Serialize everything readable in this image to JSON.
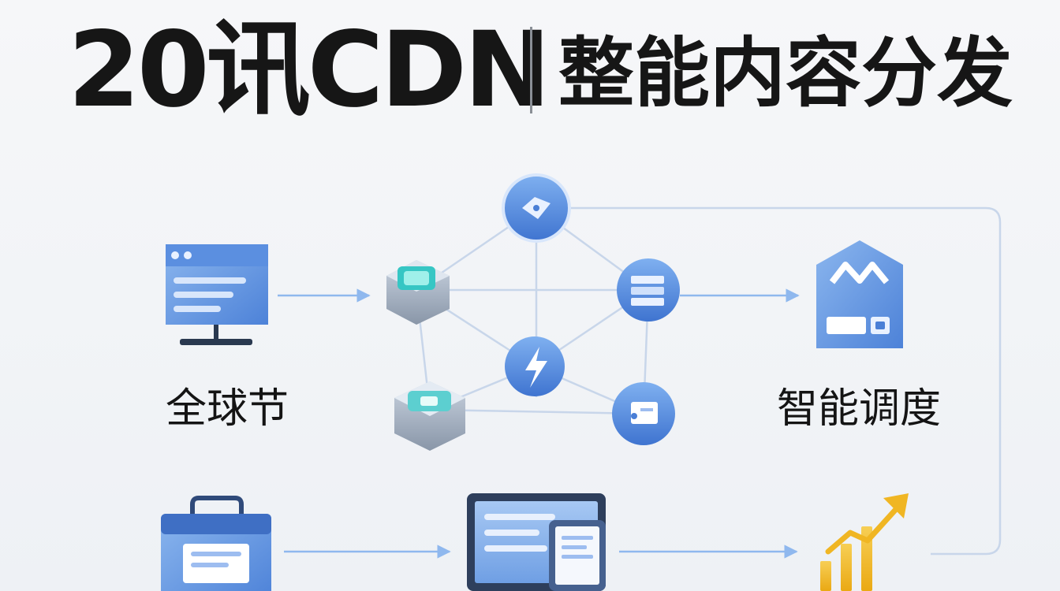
{
  "title": {
    "left": "20讯CDN",
    "right": "整能内容分发"
  },
  "labels": {
    "global_nodes": "全球节",
    "smart_scheduling": "智能调度"
  },
  "icons": {
    "source": "server-monitor-icon",
    "hub_top": "tag-icon",
    "hub_center": "lightning-icon",
    "hub_right": "cache-stack-icon",
    "hub_bottom_right": "terminal-icon",
    "left_node_upper": "chip-node-icon",
    "left_node_lower": "chip-node-icon",
    "scheduler": "dashboard-house-icon",
    "content": "briefcase-icon",
    "client": "monitor-tablet-icon",
    "growth": "bar-chart-growth-icon"
  },
  "colors": {
    "primary_blue": "#4a86d9",
    "light_blue": "#8fb8ee",
    "line": "#c3d2e6",
    "accent_yellow": "#f3bd2b",
    "text": "#161616"
  }
}
